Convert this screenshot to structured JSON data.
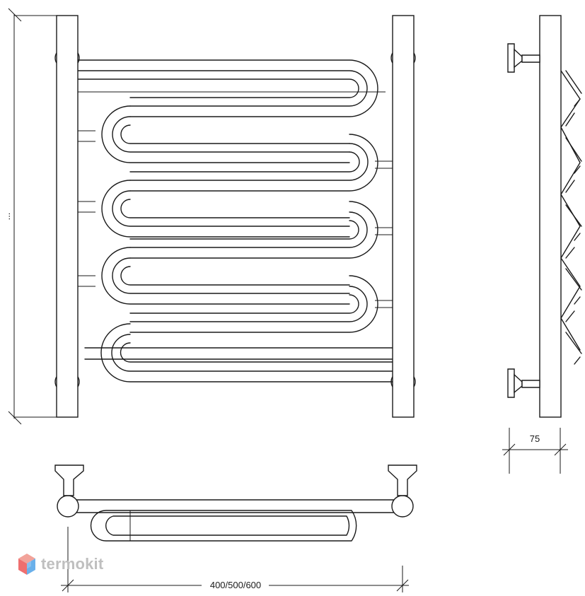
{
  "dimensions": {
    "height_label": "...",
    "width_label": "400/500/600",
    "depth_label": "75"
  },
  "brand": {
    "logo_text": "termokit",
    "logo_colors": [
      "#f2a39a",
      "#9ecbf0",
      "#ef6f6f",
      "#6ab0ea"
    ]
  }
}
